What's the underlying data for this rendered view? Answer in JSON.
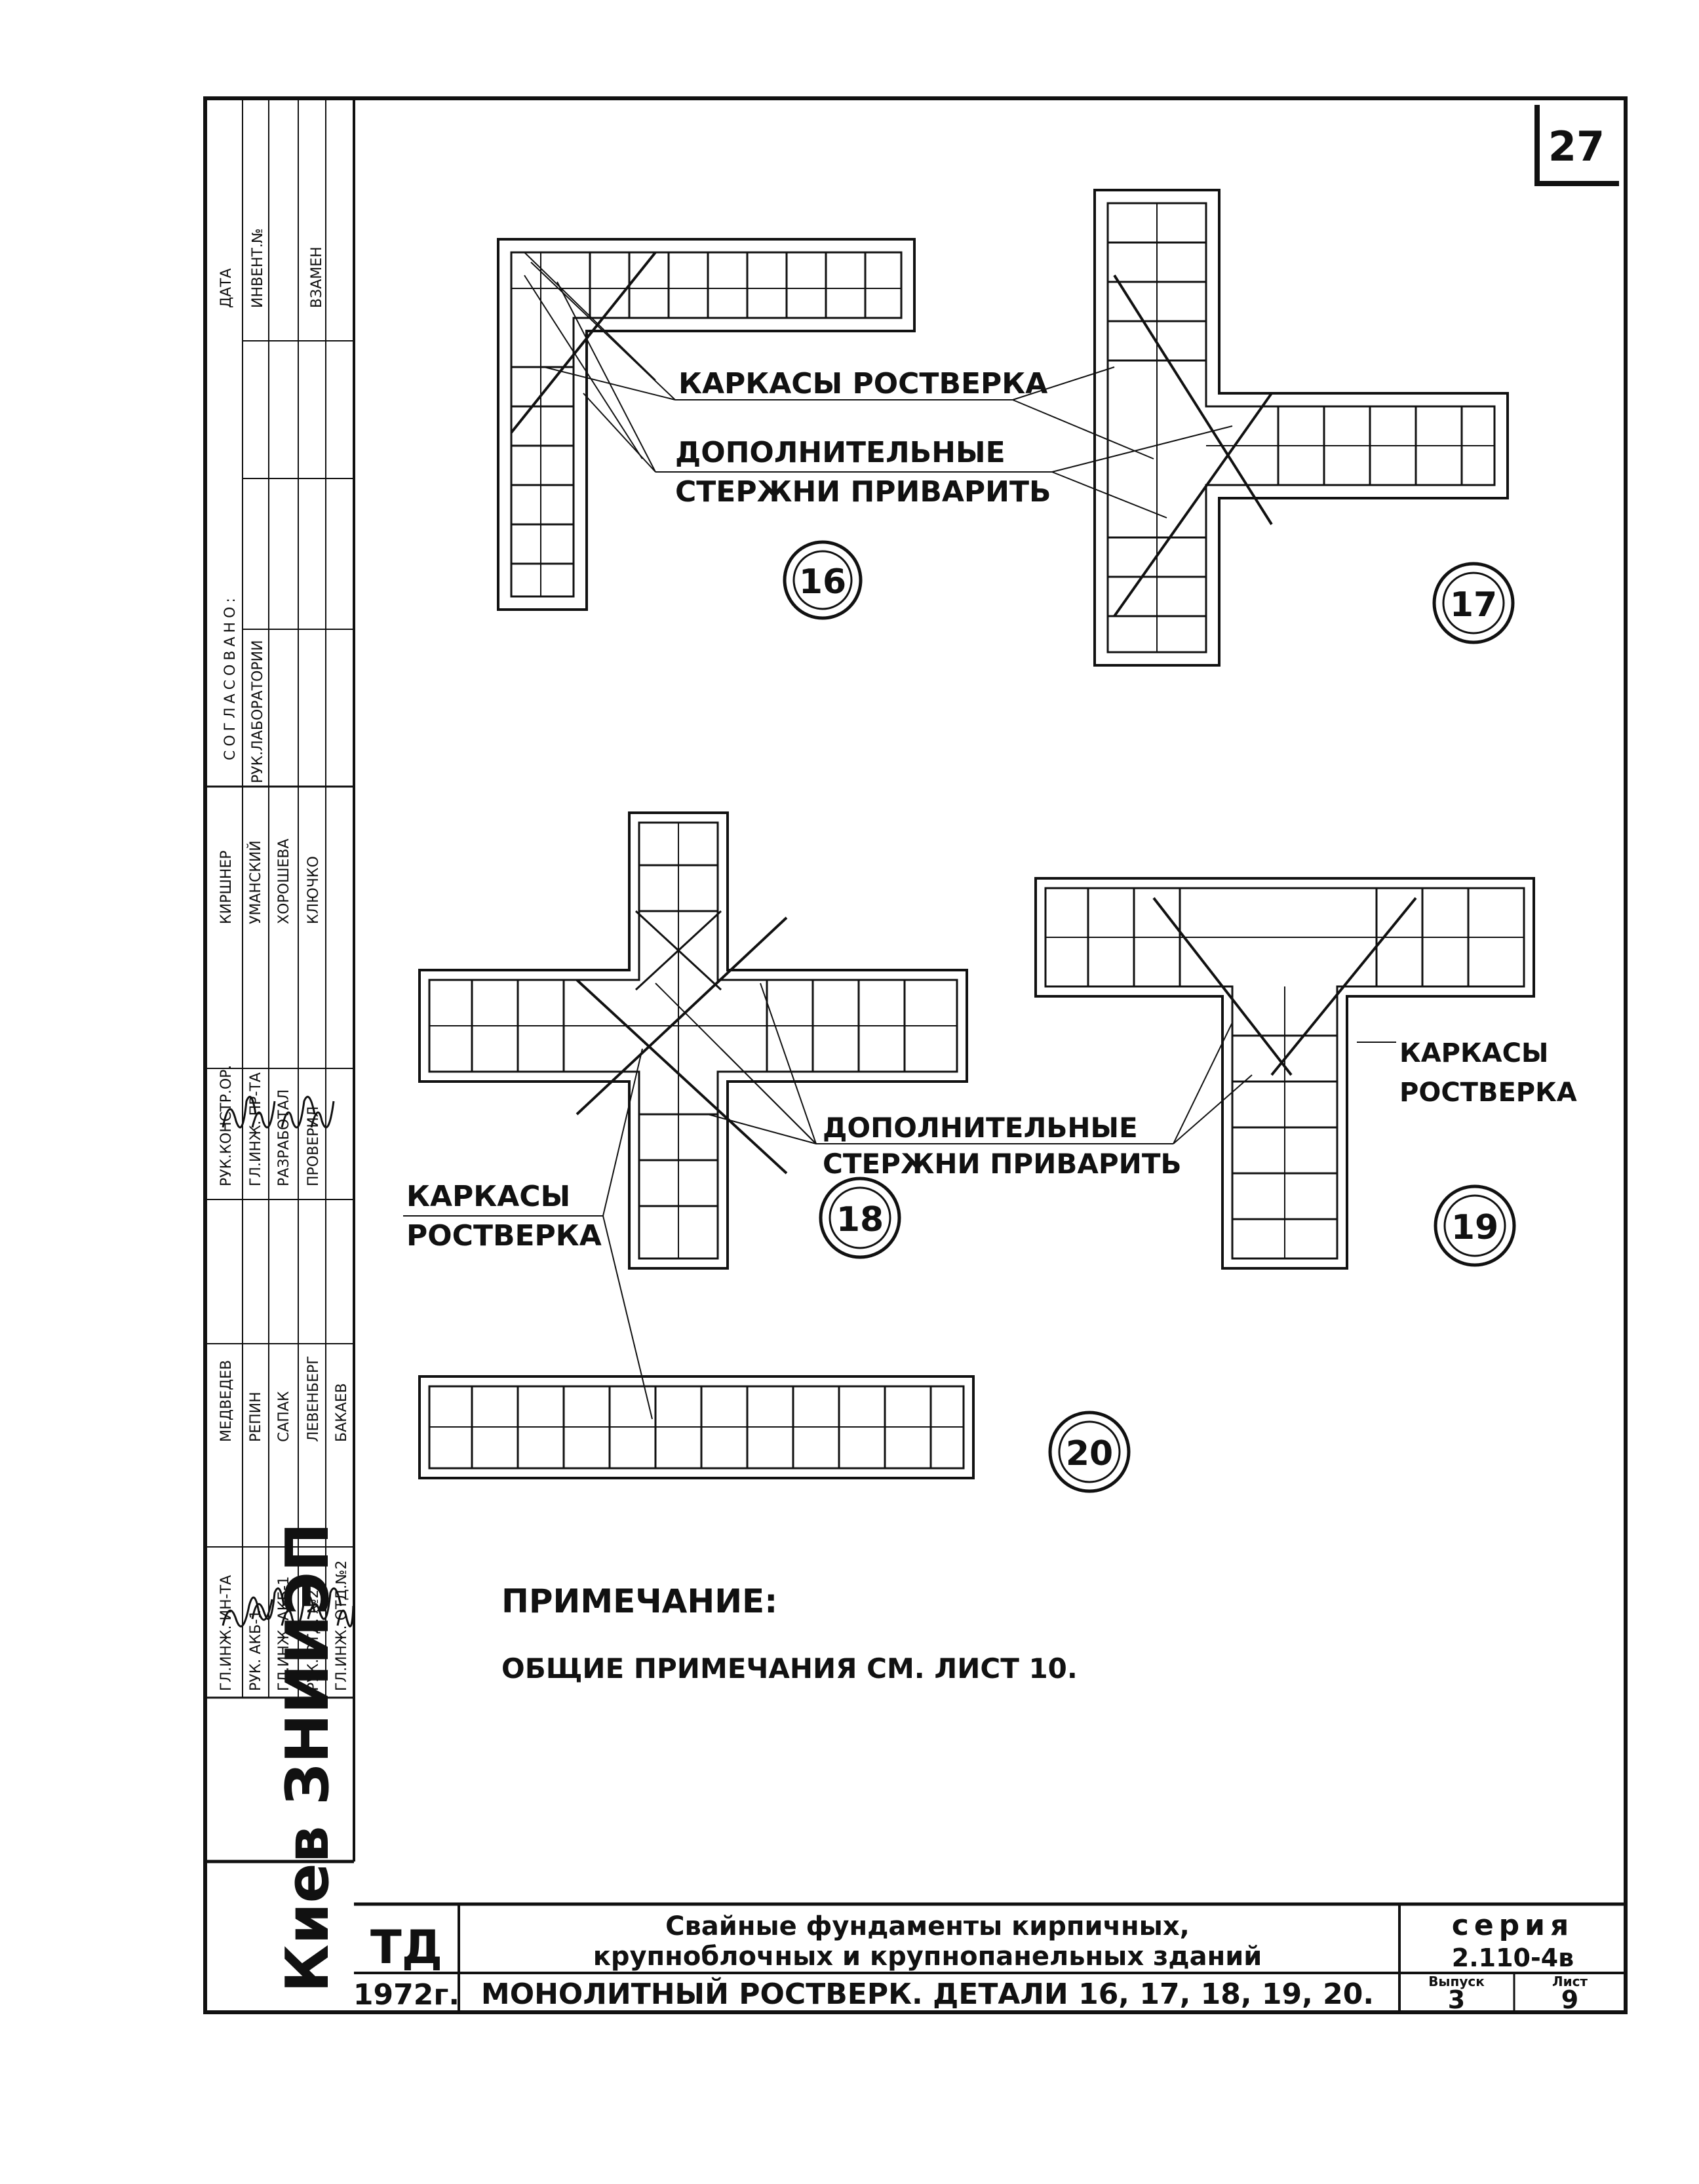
{
  "sheet": {
    "page_number": "27",
    "approval_header": "СОГЛАСОВАНО:",
    "stamp_columns": [
      "ДАТА",
      "ИНВЕНТ.№",
      "ВЗАМЕН"
    ],
    "lab_head": "РУК.ЛАБОРАТОРИИ",
    "institute": "Киев ЗНИИЭП"
  },
  "staff": [
    {
      "role": "ГЛ.ИНЖ. ИН-ТА",
      "name": "МЕДВЕДЕВ"
    },
    {
      "role": "РУК. АКБ-1",
      "name": "РЕПИН"
    },
    {
      "role": "ГЛ.ИНЖ. АКБ-1",
      "name": "САПАК"
    },
    {
      "role": "РУК. ОТД. №2",
      "name": "ЛЕВЕНБЕРГ"
    },
    {
      "role": "ГЛ.ИНЖ. ОТД.№2",
      "name": "БАКАЕВ"
    },
    {
      "role": "РУК.КОНСТР.ОР.",
      "name": "КИРШНЕР"
    },
    {
      "role": "ГЛ.ИНЖ. ПР-ТА",
      "name": "УМАНСКИЙ"
    },
    {
      "role": "РАЗРАБОТАЛ",
      "name": "ХОРОШЕВА"
    },
    {
      "role": "ПРОВЕРИЛ",
      "name": "КЛЮЧКО"
    }
  ],
  "details": {
    "d16": "16",
    "d17": "17",
    "d18": "18",
    "d19": "19",
    "d20": "20"
  },
  "labels": {
    "karkasy_rostverka_1": "КАРКАСЫ РОСТВЕРКА",
    "dop_sterzhni_1a": "ДОПОЛНИТЕЛЬНЫЕ",
    "dop_sterzhni_1b": "СТЕРЖНИ ПРИВАРИТЬ",
    "karkasy_19a": "КАРКАСЫ",
    "karkasy_19b": "РОСТВЕРКА",
    "dop_sterzhni_2a": "ДОПОЛНИТЕЛЬНЫЕ",
    "dop_sterzhni_2b": "СТЕРЖНИ ПРИВАРИТЬ",
    "karkasy_18a": "КАРКАСЫ",
    "karkasy_18b": "РОСТВЕРКА"
  },
  "note": {
    "title": "ПРИМЕЧАНИЕ:",
    "text": "ОБЩИЕ ПРИМЕЧАНИЯ СМ. ЛИСТ 10."
  },
  "title_block": {
    "td": "ТД",
    "year": "1972г.",
    "title_line1": "Свайные фундаменты кирпичных,",
    "title_line2": "крупноблочных и крупнопанельных зданий",
    "subtitle": "МОНОЛИТНЫЙ РОСТВЕРК. ДЕТАЛИ 16, 17, 18, 19, 20.",
    "series_label": "серия",
    "series_value": "2.110-4в",
    "issue_label": "Выпуск",
    "issue_value": "3",
    "sheet_label": "Лист",
    "sheet_value": "9"
  }
}
